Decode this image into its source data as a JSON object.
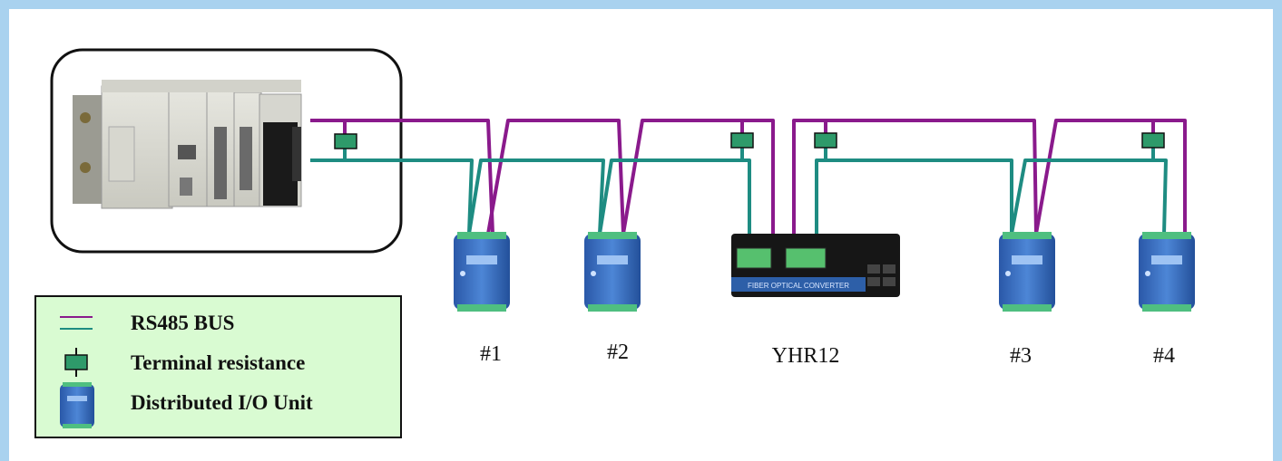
{
  "diagram": {
    "colors": {
      "rs485_bus": "#8a1a8c",
      "bus_line_2": "#1e8c82",
      "terminal_resistance": "#2e9a6a",
      "io_unit": "#3f73c4",
      "legend_background": "#d9fbd2",
      "frame": "#a9d2ef"
    },
    "nodes": [
      {
        "label": "#1",
        "icon": "distributed-io-unit-icon"
      },
      {
        "label": "#2",
        "icon": "distributed-io-unit-icon"
      },
      {
        "label": "YHR12",
        "icon": "fiber-optical-converter-icon"
      },
      {
        "label": "#3",
        "icon": "distributed-io-unit-icon"
      },
      {
        "label": "#4",
        "icon": "distributed-io-unit-icon"
      }
    ],
    "plc": {
      "icon": "plc-controller-icon"
    },
    "converter": {
      "body_text": "FIBER OPTICAL CONVERTER"
    },
    "legend": {
      "items": [
        {
          "label": "RS485 BUS",
          "icon": "bus-lines-icon"
        },
        {
          "label": "Terminal resistance",
          "icon": "terminal-resistance-icon"
        },
        {
          "label": "Distributed I/O Unit",
          "icon": "io-unit-icon"
        }
      ]
    }
  }
}
